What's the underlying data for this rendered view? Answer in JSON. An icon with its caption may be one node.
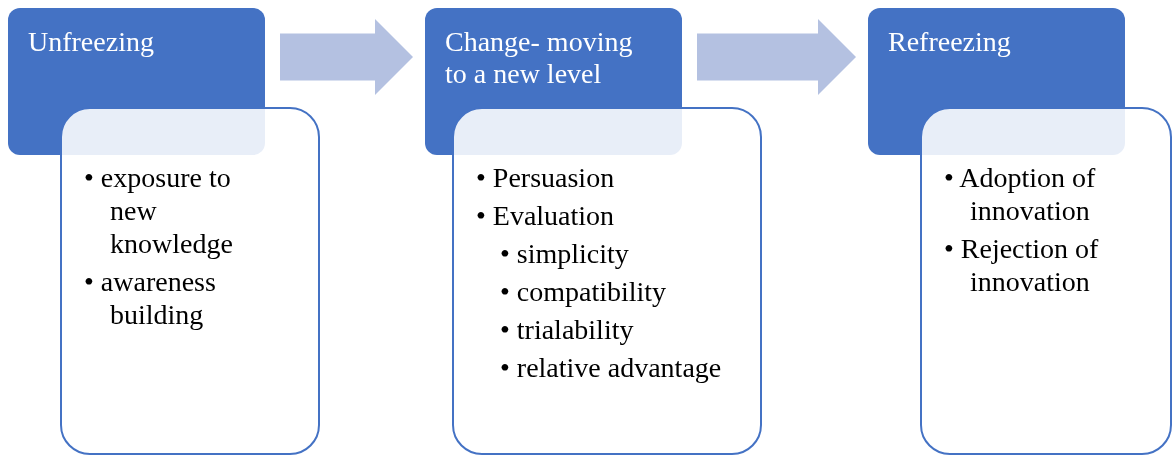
{
  "diagram": {
    "nodes": [
      {
        "text": [
          "Unfreezing"
        ]
      },
      {
        "text": [
          "• exposure to new knowledge",
          "• awareness building"
        ]
      },
      {
        "text": [
          "Change- moving to a new level"
        ]
      },
      {
        "text": [
          "• Persuasion",
          "• Evaluation",
          "• simplicity",
          "• compatibility",
          "• trialability",
          "• relative advantage"
        ]
      },
      {
        "text": [
          "Refreezing"
        ]
      },
      {
        "text": [
          "• Adoption of innovation",
          "• Rejection of innovation"
        ]
      }
    ],
    "edges": [
      {
        "from": 0,
        "to": 2,
        "arrow": "to",
        "style": "thick"
      },
      {
        "from": 2,
        "to": 4,
        "arrow": "to",
        "style": "thick"
      }
    ]
  }
}
